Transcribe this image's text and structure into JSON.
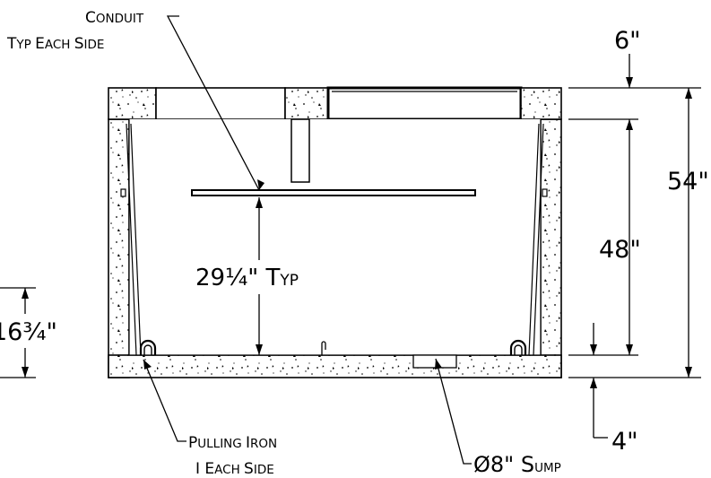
{
  "labels": {
    "conduit_line1": {
      "big": "C",
      "small": "ONDUIT"
    },
    "conduit_line2": {
      "a_big": "T",
      "a_small": "YP ",
      "b_big": "E",
      "b_small": "ACH ",
      "c_big": "S",
      "c_small": "IDE"
    },
    "pulling_line1": {
      "a_big": "P",
      "a_small": "ULLING ",
      "b_big": "I",
      "b_small": "RON"
    },
    "pulling_line2": {
      "a_big": "I E",
      "a_small": "ACH ",
      "b_big": "S",
      "b_small": "IDE"
    },
    "sump": {
      "big": "Ø8\" S",
      "small": "UMP"
    },
    "typ_dim": {
      "value": "29¼\" T",
      "small": "YP"
    }
  },
  "dimensions": {
    "top_slab": "6\"",
    "overall_height": "54\"",
    "interior_height": "48\"",
    "floor_thickness": "4\"",
    "left_partial": "16¾\""
  }
}
